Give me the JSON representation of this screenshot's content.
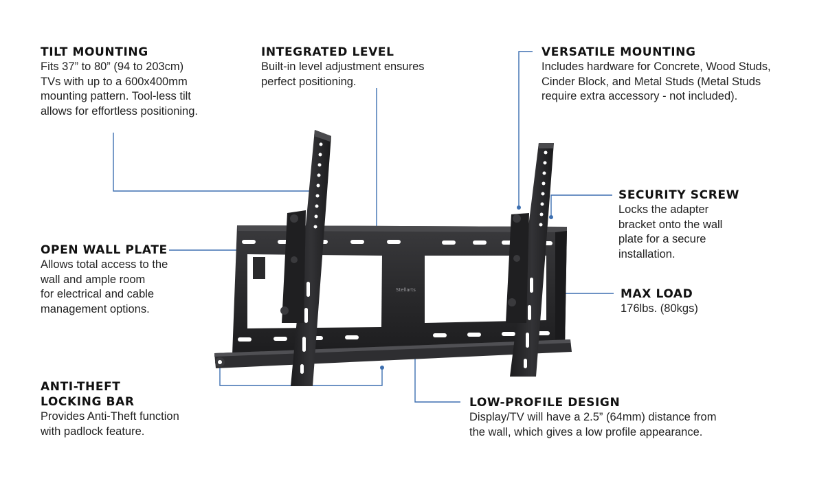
{
  "callouts": {
    "tilt": {
      "title": "TILT MOUNTING",
      "lines": [
        "Fits 37” to 80” (94 to 203cm)",
        "TVs with up to a 600x400mm",
        "mounting pattern. Tool-less tilt",
        "allows for effortless positioning."
      ]
    },
    "level": {
      "title": "INTEGRATED LEVEL",
      "lines": [
        "Built-in level adjustment ensures",
        "perfect positioning."
      ]
    },
    "versatile": {
      "title": "VERSATILE MOUNTING",
      "lines": [
        "Includes hardware for Concrete, Wood Studs,",
        "Cinder Block, and Metal Studs (Metal Studs",
        "require extra accessory - not included)."
      ]
    },
    "security": {
      "title": "SECURITY SCREW",
      "lines": [
        "Locks the adapter",
        "bracket onto the wall",
        "plate for a secure",
        "installation."
      ]
    },
    "openwall": {
      "title": "OPEN WALL PLATE",
      "lines": [
        "Allows total access to the",
        "wall and ample room",
        "for electrical and cable",
        "management options."
      ]
    },
    "maxload": {
      "title": "MAX LOAD",
      "lines": [
        "176lbs. (80kgs)"
      ]
    },
    "antitheft": {
      "title_lines": [
        "ANTI-THEFT",
        "LOCKING BAR"
      ],
      "lines": [
        "Provides Anti-Theft function",
        "with padlock feature."
      ]
    },
    "lowprofile": {
      "title": "LOW-PROFILE DESIGN",
      "lines": [
        "Display/TV will have a 2.5” (64mm) distance from",
        "the wall, which gives a low profile appearance."
      ]
    }
  },
  "product": {
    "brand_mark": "Stellarts"
  },
  "colors": {
    "leader_line": "#3d6fb0",
    "metal": "#2b2b2d",
    "metal_light": "#4a4a4d"
  }
}
